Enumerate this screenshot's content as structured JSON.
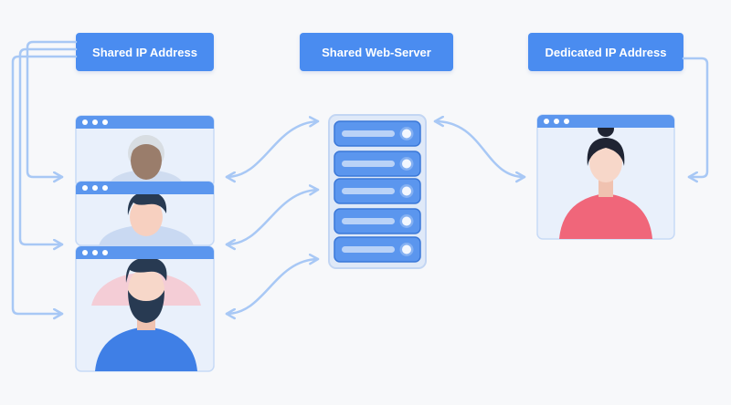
{
  "labels": {
    "shared_ip": "Shared IP Address",
    "web_server": "Shared Web-Server",
    "dedicated_ip": "Dedicated IP Address"
  },
  "colors": {
    "accent": "#4a8cf0",
    "arrow": "#a8c8f5",
    "window_bg": "#e9f0fb",
    "window_header": "#5b96ee",
    "server_body": "#5b96ee",
    "skin": "#f7d7c9",
    "shirt_blue": "#3f7fe6",
    "shirt_red": "#f0667a",
    "hair_dark": "#283a52",
    "hair_grey": "#d8dde2"
  },
  "icons": [
    "window-dots-icon",
    "server-icon",
    "person-icon",
    "arrow-icon"
  ]
}
